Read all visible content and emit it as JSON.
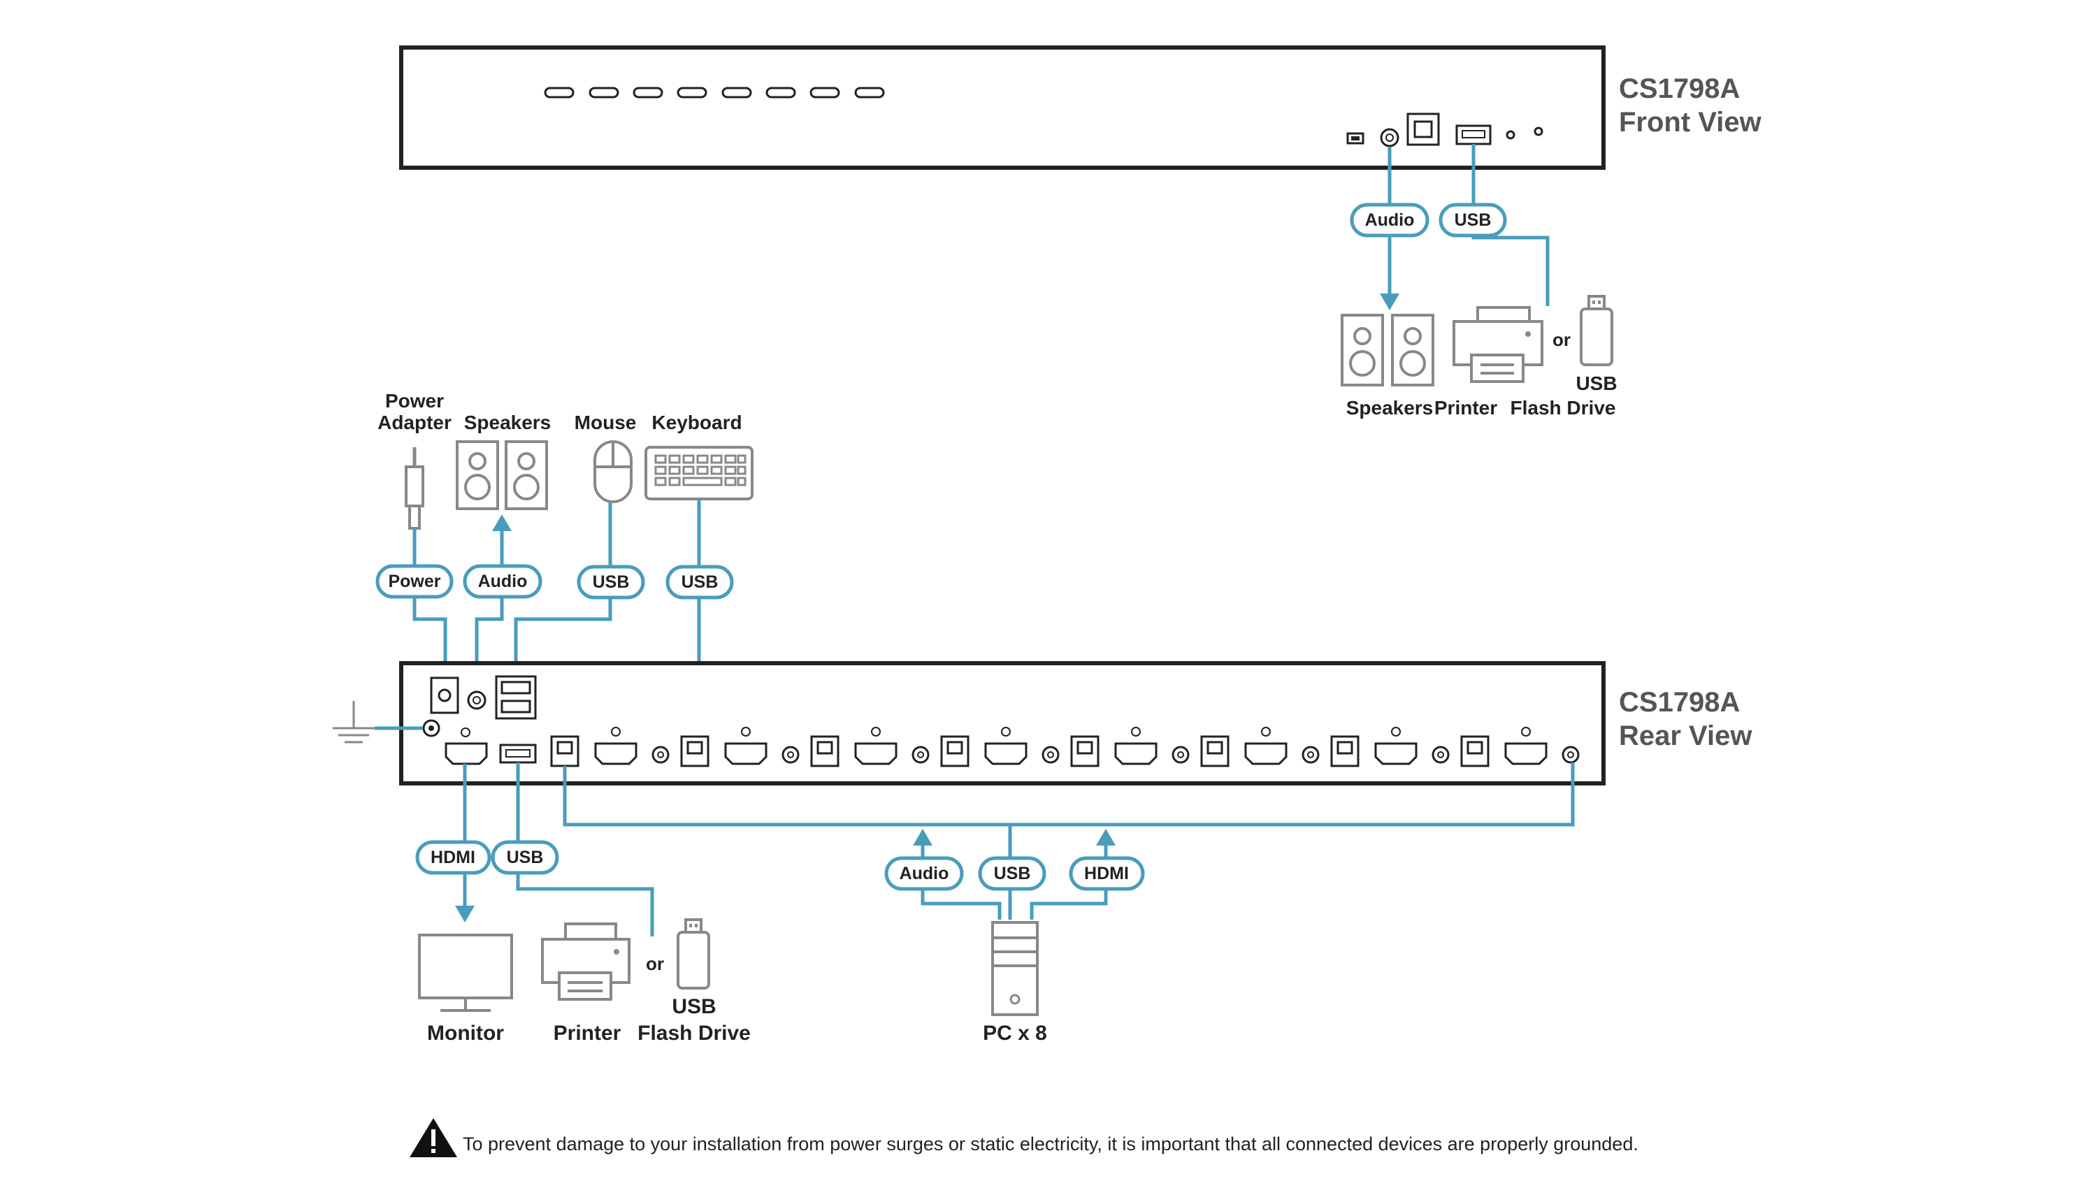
{
  "front": {
    "model": "CS1798A",
    "view": "Front View",
    "cables": {
      "audio": "Audio",
      "usb": "USB"
    },
    "devices": {
      "speakers": "Speakers",
      "printer": "Printer",
      "or": "or",
      "flash_line1": "USB",
      "flash_line2": "Flash Drive"
    }
  },
  "rear": {
    "model": "CS1798A",
    "view": "Rear View"
  },
  "top_devices": {
    "power_line1": "Power",
    "power_line2": "Adapter",
    "speakers": "Speakers",
    "mouse": "Mouse",
    "keyboard": "Keyboard",
    "cable_power": "Power",
    "cable_audio": "Audio",
    "cable_usb_mouse": "USB",
    "cable_usb_keyboard": "USB"
  },
  "bottom_devices": {
    "cable_hdmi": "HDMI",
    "cable_usb": "USB",
    "monitor": "Monitor",
    "printer": "Printer",
    "or": "or",
    "flash_line1": "USB",
    "flash_line2": "Flash Drive",
    "pc_cable_audio": "Audio",
    "pc_cable_usb": "USB",
    "pc_cable_hdmi": "HDMI",
    "pc": "PC x 8"
  },
  "warning": "To prevent damage to your installation from power surges or static electricity, it is important that all connected devices are properly grounded.",
  "icons": [
    "warning-icon",
    "ground-icon",
    "speakers-icon",
    "printer-icon",
    "flash-drive-icon",
    "mouse-icon",
    "keyboard-icon",
    "monitor-icon",
    "pc-tower-icon",
    "power-adapter-icon"
  ],
  "colors": {
    "cable": "#4a9cbc",
    "device": "#888888",
    "chassis": "#222222"
  }
}
